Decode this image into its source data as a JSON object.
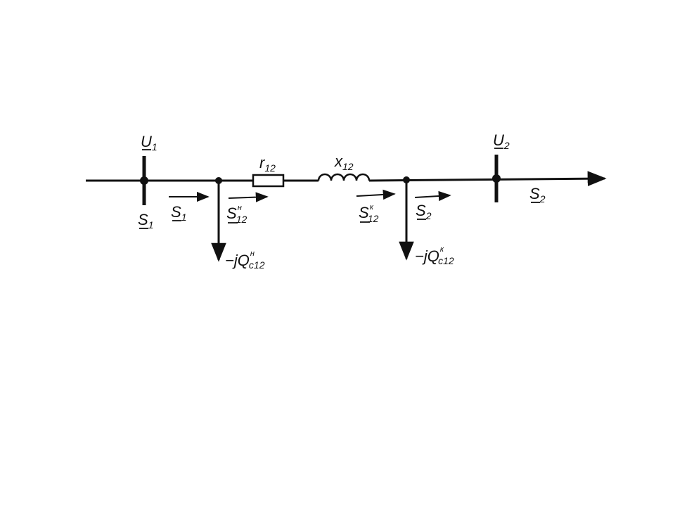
{
  "diagram": {
    "bus1": {
      "voltage_main": "U",
      "voltage_sub": "1",
      "injection_main": "S",
      "injection_sub": "1"
    },
    "bus2": {
      "voltage_main": "U",
      "voltage_sub": "2",
      "load_main": "S",
      "load_sub": "2"
    },
    "resistance": {
      "main": "r",
      "sub": "12"
    },
    "reactance": {
      "main": "x",
      "sub": "12"
    },
    "flow_s1": {
      "main": "S",
      "sub": "1"
    },
    "flow_start": {
      "main": "S",
      "sup": "н",
      "sub": "12"
    },
    "flow_end": {
      "main": "S",
      "sup": "к",
      "sub": "12"
    },
    "flow_s2": {
      "main": "S",
      "sub": "2"
    },
    "shunt_start": {
      "prefix": "−jQ",
      "sup": "н",
      "sub": "c12"
    },
    "shunt_end": {
      "prefix": "−jQ",
      "sup": "к",
      "sub": "c12"
    },
    "line_color": "#111111"
  }
}
